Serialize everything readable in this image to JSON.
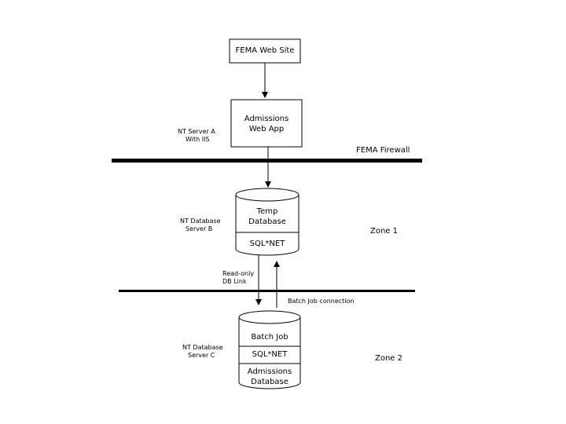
{
  "nodes": {
    "web_site": "FEMA Web Site",
    "web_app": [
      "Admissions",
      "Web App"
    ],
    "temp_db": [
      "Temp",
      "Database"
    ],
    "temp_sqlnet": "SQL*NET",
    "batch_job": "Batch Job",
    "admissions_sqlnet": "SQL*NET",
    "admissions_db": [
      "Admissions",
      "Database"
    ]
  },
  "servers": {
    "server_a": [
      "NT Server A",
      "With IIS"
    ],
    "server_b": [
      "NT Database",
      "Server B"
    ],
    "server_c": [
      "NT Database",
      "Server C"
    ]
  },
  "boundaries": {
    "firewall": "FEMA Firewall",
    "zone1": "Zone 1",
    "zone2": "Zone 2"
  },
  "links": {
    "readonly_db_link": [
      "Read-only",
      "DB Link"
    ],
    "batch_job_connection": "Batch Job connection"
  },
  "colors": {
    "line": "#000000",
    "background": "#ffffff"
  }
}
